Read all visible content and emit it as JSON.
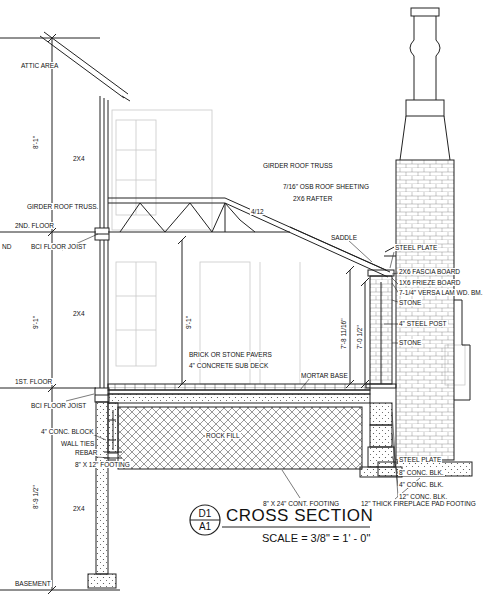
{
  "diagram": {
    "title": "CROSS SECTION",
    "caption": "SCALE = 3/8\" = 1' - 0\"",
    "nodes": [
      {
        "text": [
          "D1",
          "A1"
        ]
      }
    ],
    "labels": [
      "ATTIC AREA",
      "8'-1\"",
      "2X4",
      "GIRDER ROOF TRUSS.",
      "2ND. FLOOR",
      "BCI FLOOR JOIST",
      "ND",
      "9'-1\"",
      "2X4",
      "1ST. FLOOR",
      "BCI FLOOR JOIST",
      "4\" CONC. BLOCK",
      "WALL TIES",
      "8'-9 1/2\"",
      "REBAR",
      "8\" X 12\" FOOTING",
      "2X4",
      "BASEMENT",
      "GIRDER ROOF TRUSS",
      "4/12",
      "7/16\" OSB ROOF SHEETING",
      "2X6 RAFTER",
      "SADDLE",
      "STEEL PLATE",
      "2X6 FASCIA BOARD",
      "1X6 FRIEZE BOARD",
      "7-1/4\" VERSA LAM WD. BM.",
      "STONE",
      "4\" STEEL POST",
      "STONE",
      "9'-1\"",
      "7'-8 11/16\"",
      "7'-0 1/2\"",
      "BRICK OR STONE PAVERS",
      "4\" CONCRETE SUB DECK",
      "MORTAR BASE",
      "ROCK FILL",
      "STEEL PLATE",
      "8\" CONC. BLK.",
      "4\" CONC. BLK.",
      "12\" CONC. BLK.",
      "8\" X 24\" CONT. FOOTING",
      "12\" THICK FIREPLACE PAD FOOTING"
    ]
  }
}
